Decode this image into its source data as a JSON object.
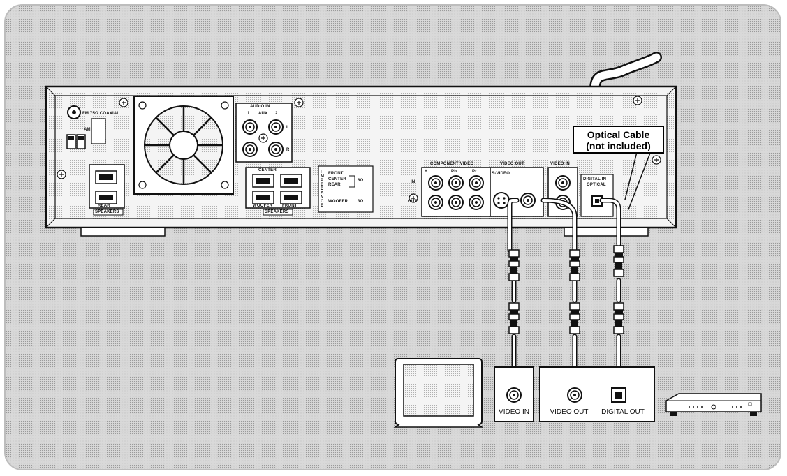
{
  "callout": {
    "line1": "Optical Cable",
    "line2": "(not included)"
  },
  "tv_panel": {
    "jack_label": "VIDEO IN"
  },
  "player_panel": {
    "video_out_label": "VIDEO OUT",
    "digital_out_label": "DIGITAL OUT"
  },
  "unit": {
    "fm_label": "FM 75Ω COAXIAL",
    "am_label": "AM",
    "audio_in": "AUDIO IN",
    "aux": "AUX",
    "aux_1": "1",
    "aux_2": "2",
    "L": "L",
    "R": "R",
    "speakers_left": "SPEAKERS",
    "rear": "REAR",
    "center": "CENTER",
    "woofer": "WOOFER",
    "front": "FRONT",
    "speakers_mid": "SPEAKERS",
    "impedance": "IMPEDANCE",
    "imp_front": "FRONT",
    "imp_center": "CENTER",
    "imp_rear": "REAR",
    "imp_woofer": "WOOFER",
    "imp_6": "6Ω",
    "imp_3": "3Ω",
    "component_video": "COMPONENT VIDEO",
    "comp_in": "IN",
    "comp_out": "OUT",
    "comp_y": "Y",
    "comp_pb": "Pb",
    "comp_pr": "Pr",
    "video_out": "VIDEO OUT",
    "s_video": "S-VIDEO",
    "video_in": "VIDEO IN",
    "digital_in": "DIGITAL IN",
    "optical": "OPTICAL"
  },
  "colors": {
    "background": "#d9d9d9",
    "unit_body": "#f2f2f2",
    "outline": "#111111",
    "callout_bg": "#ffffff"
  }
}
